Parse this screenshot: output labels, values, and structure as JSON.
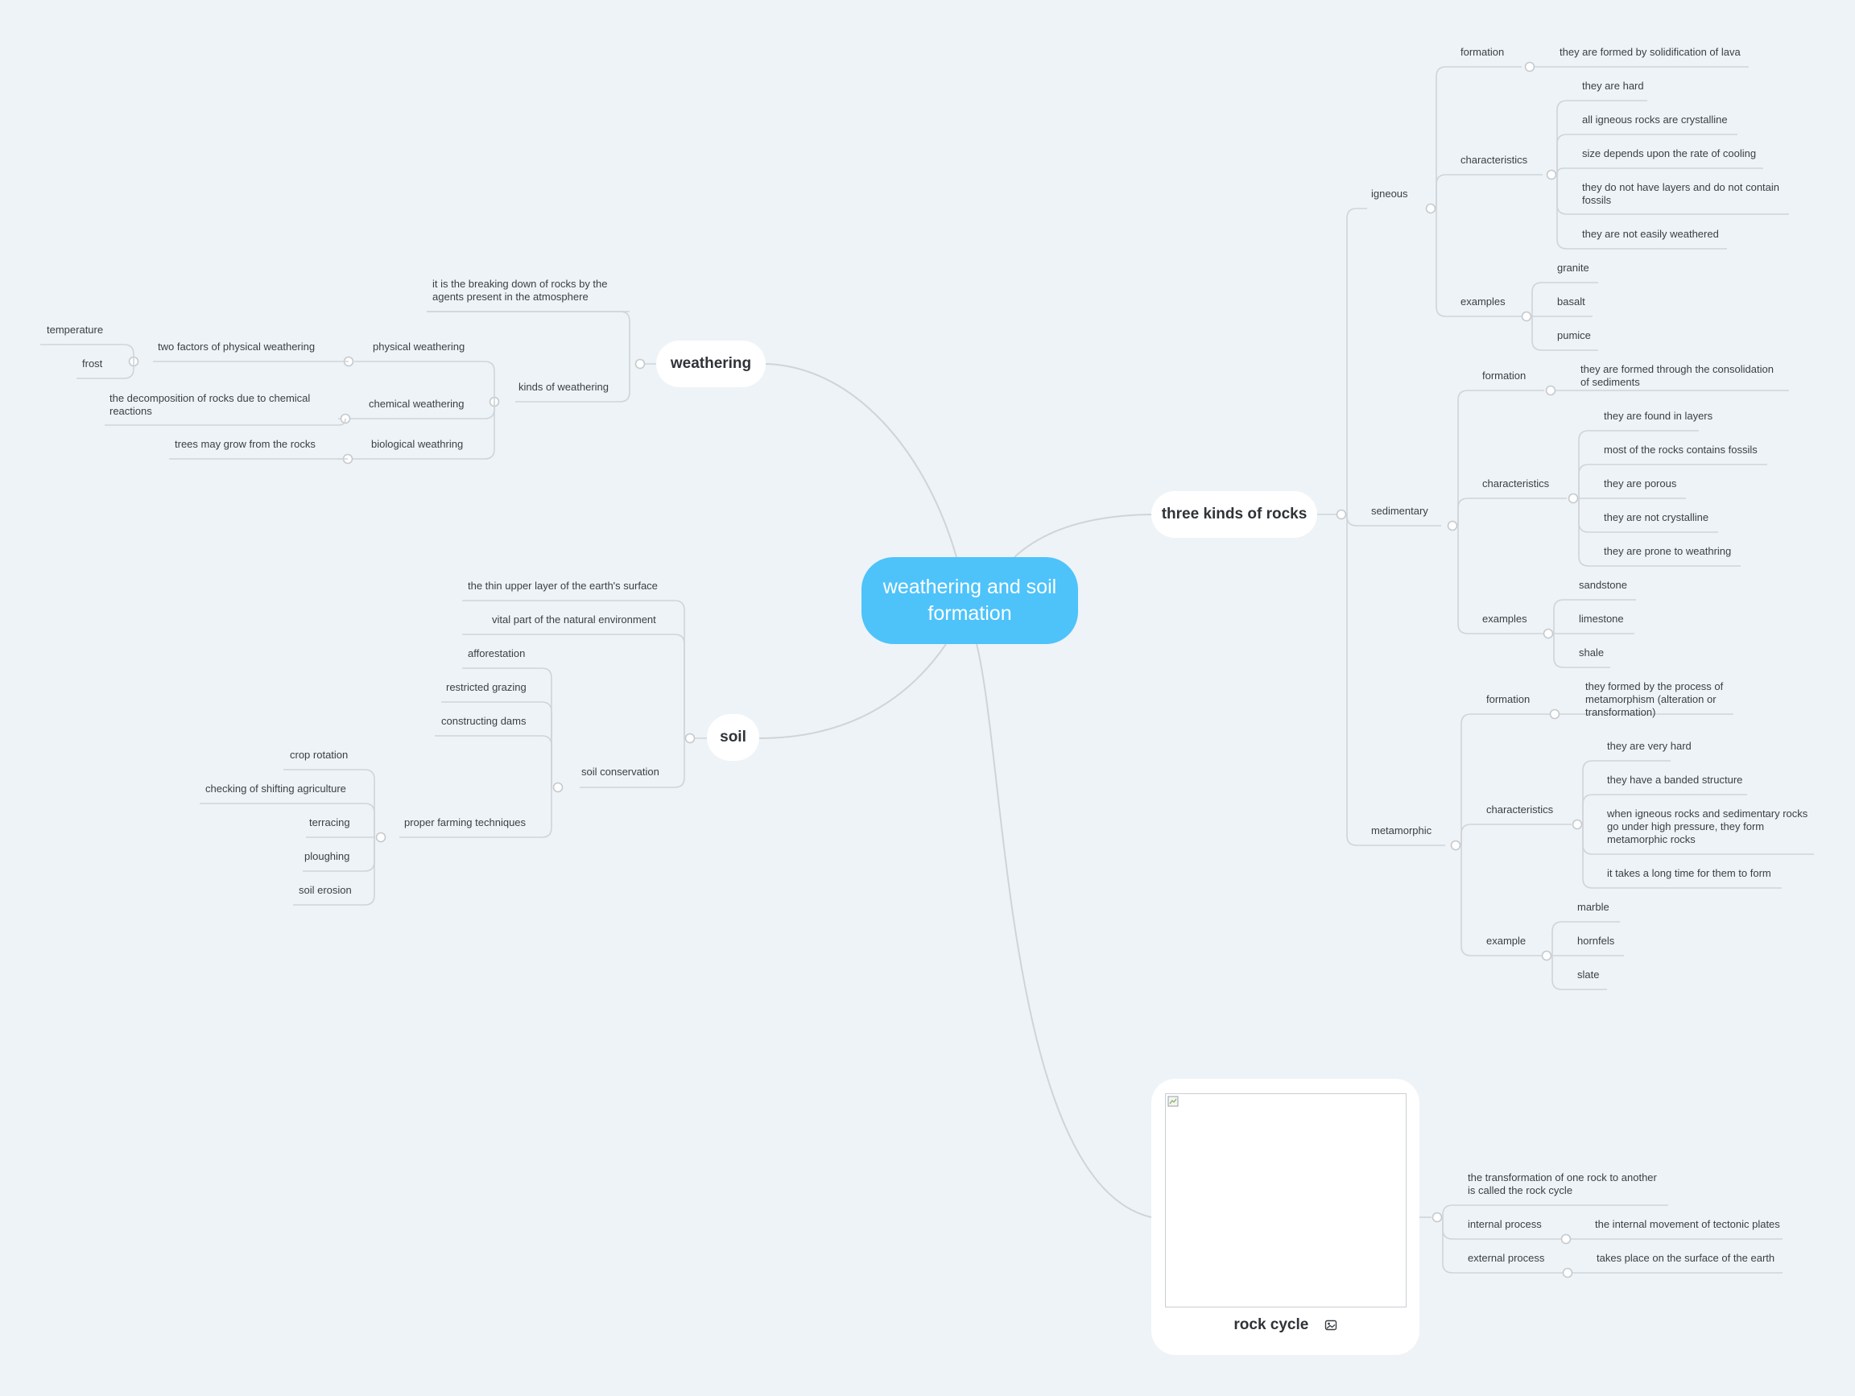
{
  "central": {
    "title": "weathering and soil formation"
  },
  "colors": {
    "central_fill": "#4dc3fa",
    "background": "#eef3f7",
    "branch_line": "#cfd4d9",
    "topic_fill": "#ffffff"
  },
  "weathering": {
    "title": "weathering",
    "definition": "it is the breaking down of rocks by the\nagents present in the atmosphere",
    "kinds": {
      "label": "kinds of weathering",
      "physical": {
        "label": "physical weathering",
        "factors_label": "two factors of physical weathering",
        "factors": [
          "temperature",
          "frost"
        ]
      },
      "chemical": {
        "label": "chemical weathering",
        "detail": "the decomposition of rocks due to chemical\nreactions"
      },
      "biological": {
        "label": "biological weathring",
        "detail": "trees may grow from the rocks"
      }
    }
  },
  "soil": {
    "title": "soil",
    "facts": [
      "the thin upper layer of the earth's surface",
      "vital part of the natural environment"
    ],
    "conservation": {
      "label": "soil conservation",
      "methods": [
        "afforestation",
        "restricted grazing",
        "constructing dams"
      ],
      "farming": {
        "label": "proper farming techniques",
        "items": [
          "crop rotation",
          "checking of shifting agriculture",
          "terracing",
          "ploughing",
          "soil erosion"
        ]
      }
    }
  },
  "rocks": {
    "title": "three kinds of rocks",
    "igneous": {
      "label": "igneous",
      "formation_label": "formation",
      "formation": "they are formed by solidification of lava",
      "characteristics_label": "characteristics",
      "characteristics": [
        "they are hard",
        "all igneous rocks are  crystalline",
        "size depends upon the rate of cooling",
        "they do not have layers and do not contain\nfossils",
        "they are not easily weathered"
      ],
      "examples_label": "examples",
      "examples": [
        "granite",
        "basalt",
        "pumice"
      ]
    },
    "sedimentary": {
      "label": "sedimentary",
      "formation_label": "formation",
      "formation": "they are formed through  the consolidation\nof sediments",
      "characteristics_label": "characteristics",
      "characteristics": [
        "they are found in layers",
        "most of the rocks contains fossils",
        "they are porous",
        "they are not crystalline",
        "they are prone to weathring"
      ],
      "examples_label": "examples",
      "examples": [
        "sandstone",
        "limestone",
        "shale"
      ]
    },
    "metamorphic": {
      "label": "metamorphic",
      "formation_label": "formation",
      "formation": "they formed by the process of\nmetamorphism (alteration or\ntransformation)",
      "characteristics_label": "characteristics",
      "characteristics": [
        "they are very hard",
        "they have a banded structure",
        "when igneous rocks and sedimentary rocks\ngo under high pressure, they form\nmetamorphic rocks",
        "it takes a long time for them to form"
      ],
      "examples_label": "example",
      "examples": [
        "marble",
        "hornfels",
        "slate"
      ]
    }
  },
  "rock_cycle": {
    "title": "rock cycle",
    "image_icon": "image-icon",
    "definition": "the transformation of one rock to another\nis called the rock cycle",
    "internal": {
      "label": "internal process",
      "detail": "the internal movement of tectonic plates"
    },
    "external": {
      "label": "external process",
      "detail": "takes place on the surface of the earth"
    }
  }
}
